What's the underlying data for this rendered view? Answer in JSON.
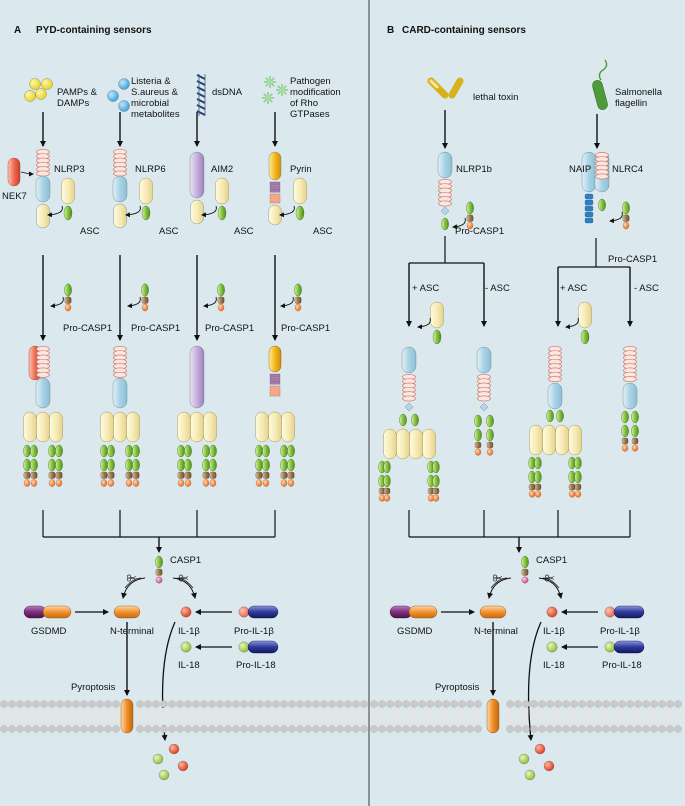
{
  "panel_a": {
    "letter": "A",
    "title": "PYD-containing sensors",
    "stimuli": [
      "PAMPs &\nDAMPs",
      "Listeria &\nS.aureus &\nmicrobial\nmetabolites",
      "dsDNA",
      "Pathogen\nmodification\nof Rho\nGTPases"
    ],
    "nek7": "NEK7",
    "sensors": [
      "NLRP3",
      "NLRP6",
      "AIM2",
      "Pyrin"
    ],
    "asc": "ASC",
    "pro_casp1": "Pro-CASP1"
  },
  "panel_b": {
    "letter": "B",
    "title": "CARD-containing sensors",
    "stimuli": [
      "lethal toxin",
      "Salmonella\nflagellin"
    ],
    "sensors": [
      "NLRP1b",
      "NLRC4"
    ],
    "naip": "NAIP",
    "pro_casp1": "Pro-CASP1",
    "plus_asc": "+ ASC",
    "minus_asc": "- ASC"
  },
  "bottom": {
    "casp1": "CASP1",
    "gsdmd": "GSDMD",
    "n_terminal": "N-terminal",
    "il1b": "IL-1β",
    "pro_il1b": "Pro-IL-1β",
    "il18": "IL-18",
    "pro_il18": "Pro-IL-18",
    "pyroptosis": "Pyroptosis"
  },
  "colors": {
    "background": "#dbe9ee",
    "nlr_body": "#bcdce9",
    "card_orange": "#f08a56",
    "asc_body": "#f7eec0",
    "casp_green": "#7fbf3f",
    "casp_brown": "#9a7a52",
    "aim2_purple": "#c9b6dc",
    "pyrin_gold": "#f3bf2b",
    "gsdmd_purple": "#7b2e7a",
    "pro_il_blue": "#2b3590",
    "il1b_red": "#e44a2a",
    "il18_green": "#c9e07a"
  }
}
